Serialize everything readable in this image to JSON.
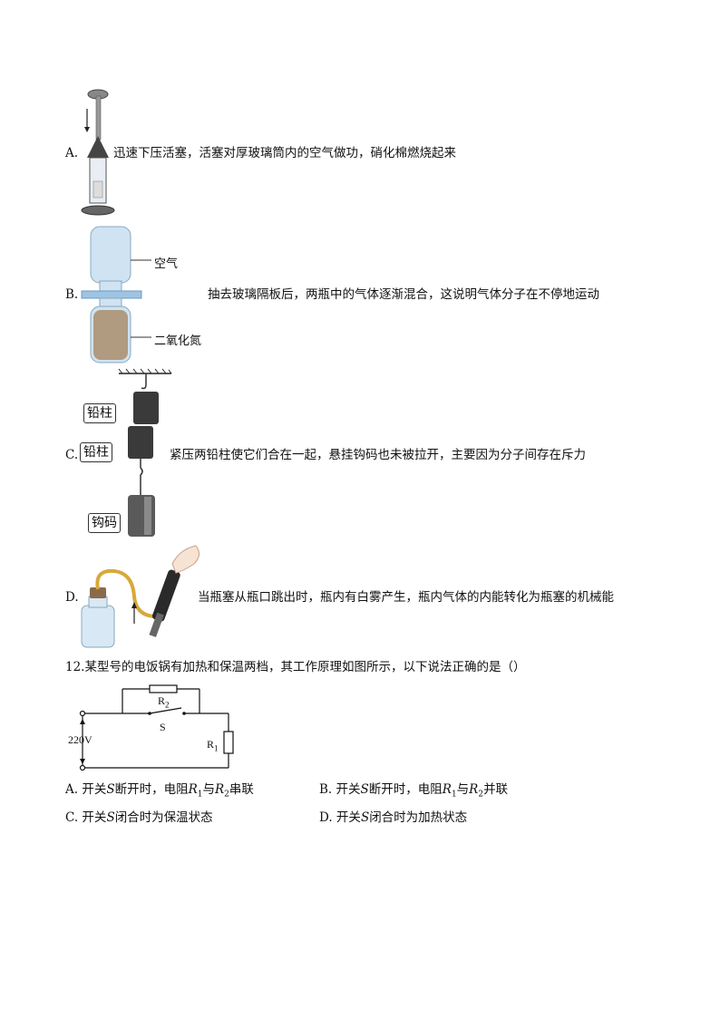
{
  "option_a": {
    "letter": "A.",
    "text": "迅速下压活塞，活塞对厚玻璃筒内的空气做功，硝化棉燃烧起来"
  },
  "option_b": {
    "letter": "B.",
    "text": "抽去玻璃隔板后，两瓶中的气体逐渐混合，这说明气体分子在不停地运动",
    "label_air": "空气",
    "label_no2": "二氧化氮"
  },
  "option_c": {
    "letter": "C.",
    "text": "紧压两铅柱使它们合在一起，悬挂钩码也未被拉开，主要因为分子间存在斥力",
    "label_lead1": "铅柱",
    "label_lead2": "铅柱",
    "label_weight": "钩码"
  },
  "option_d": {
    "letter": "D.",
    "text": "当瓶塞从瓶口跳出时，瓶内有白雾产生，瓶内气体的内能转化为瓶塞的机械能"
  },
  "question12": {
    "stem": "12.某型号的电饭锅有加热和保温两档，其工作原理如图所示，以下说法正确的是（）",
    "circuit": {
      "r2": "R",
      "r2_sub": "2",
      "switch": "S",
      "voltage": "220V",
      "r1": "R",
      "r1_sub": "1"
    },
    "choices": [
      {
        "text_pre": "A. 开关",
        "s": "S",
        "text_mid": "断开时，电阻",
        "ra": "R",
        "ra_sub": "1",
        "with": "与",
        "rb": "R",
        "rb_sub": "2",
        "text_post": "串联"
      },
      {
        "text_pre": "B. 开关",
        "s": "S",
        "text_mid": "断开时，电阻",
        "ra": "R",
        "ra_sub": "1",
        "with": "与",
        "rb": "R",
        "rb_sub": "2",
        "text_post": "并联"
      },
      {
        "text_pre": "C. 开关",
        "s": "S",
        "text_mid": "闭合时为保温状态"
      },
      {
        "text_pre": "D. 开关",
        "s": "S",
        "text_mid": "闭合时为加热状态"
      }
    ]
  },
  "colors": {
    "bottle_blue": "#cfe3f3",
    "no2_brown": "#b09a80",
    "lead_block": "#3a3a3a",
    "hose_yellow": "#d8a83a"
  }
}
